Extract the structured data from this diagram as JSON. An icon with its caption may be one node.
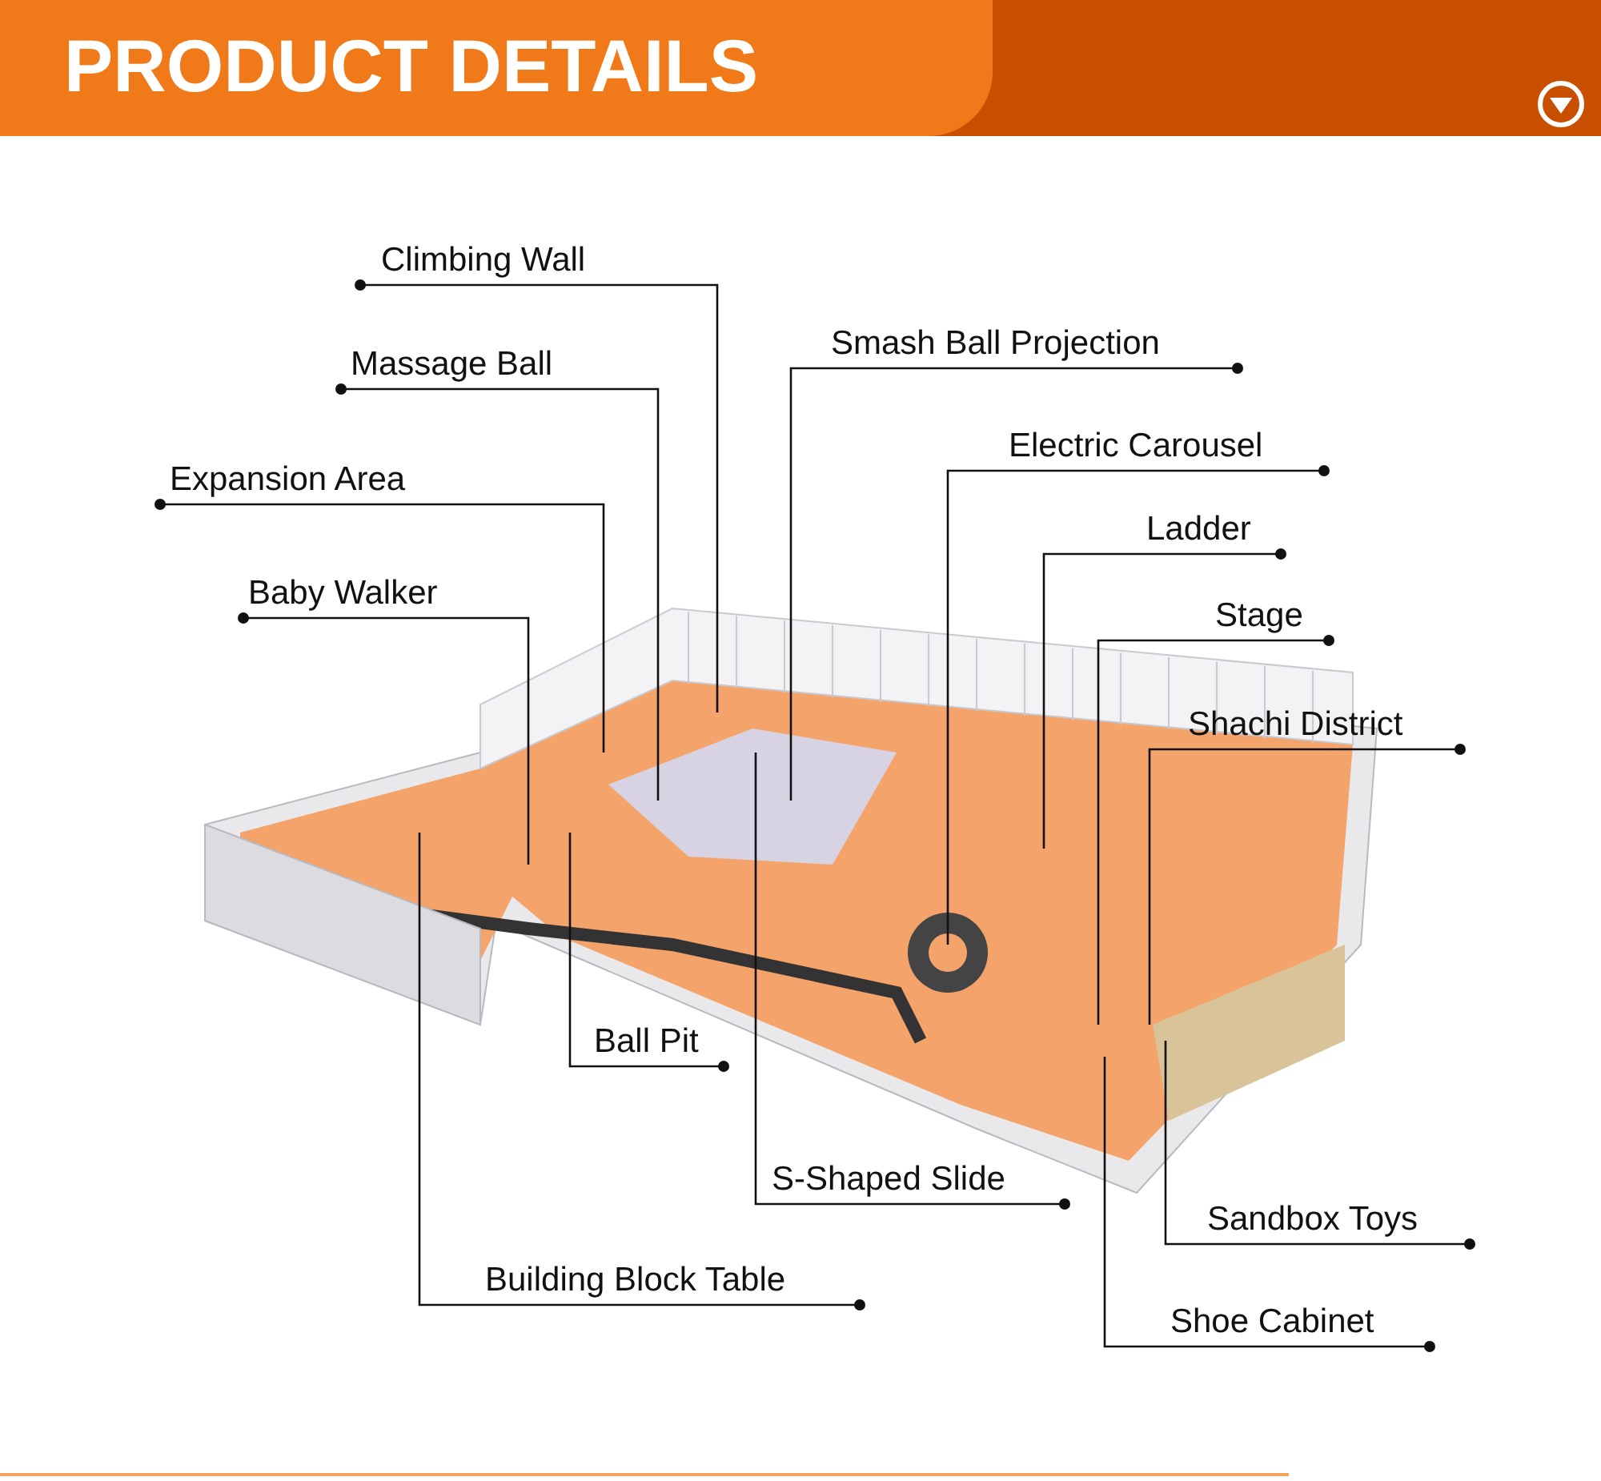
{
  "diagram": {
    "title": "PRODUCT DETAILS",
    "nodes": [
      {
        "text": [
          "Climbing Wall"
        ]
      },
      {
        "text": [
          "Smash Ball Projection"
        ]
      },
      {
        "text": [
          "Massage Ball"
        ]
      },
      {
        "text": [
          "Electric Carousel"
        ]
      },
      {
        "text": [
          "Expansion Area"
        ]
      },
      {
        "text": [
          "Ladder"
        ]
      },
      {
        "text": [
          "Baby Walker"
        ]
      },
      {
        "text": [
          "Stage"
        ]
      },
      {
        "text": [
          "Shachi District"
        ]
      },
      {
        "text": [
          "Ball Pit"
        ]
      },
      {
        "text": [
          "S-Shaped Slide"
        ]
      },
      {
        "text": [
          "Sandbox Toys"
        ]
      },
      {
        "text": [
          "Building Block Table"
        ]
      },
      {
        "text": [
          "Shoe Cabinet"
        ]
      }
    ],
    "edges": [
      {
        "from": 0,
        "to": null,
        "arrow": "other"
      },
      {
        "from": 1,
        "to": null,
        "arrow": "other"
      },
      {
        "from": 2,
        "to": null,
        "arrow": "other"
      },
      {
        "from": 3,
        "to": null,
        "arrow": "other"
      },
      {
        "from": 4,
        "to": null,
        "arrow": "other"
      },
      {
        "from": 5,
        "to": null,
        "arrow": "other"
      },
      {
        "from": 6,
        "to": null,
        "arrow": "other"
      },
      {
        "from": 7,
        "to": null,
        "arrow": "other"
      },
      {
        "from": 8,
        "to": null,
        "arrow": "other"
      },
      {
        "from": 9,
        "to": null,
        "arrow": "other"
      },
      {
        "from": 10,
        "to": null,
        "arrow": "other"
      },
      {
        "from": 11,
        "to": null,
        "arrow": "other"
      },
      {
        "from": 12,
        "to": null,
        "arrow": "other"
      },
      {
        "from": 13,
        "to": null,
        "arrow": "other"
      }
    ]
  }
}
